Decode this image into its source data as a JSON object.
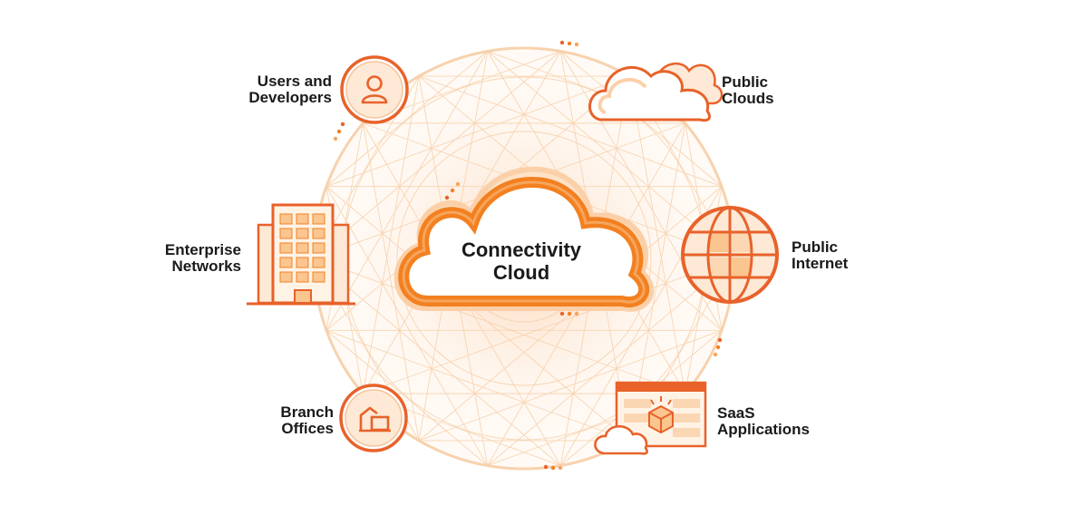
{
  "center": {
    "line1": "Connectivity",
    "line2": "Cloud"
  },
  "nodes": {
    "users": {
      "line1": "Users and",
      "line2": "Developers",
      "icon": "user-icon"
    },
    "clouds": {
      "line1": "Public",
      "line2": "Clouds",
      "icon": "clouds-icon"
    },
    "enterprise": {
      "line1": "Enterprise",
      "line2": "Networks",
      "icon": "building-icon"
    },
    "internet": {
      "line1": "Public",
      "line2": "Internet",
      "icon": "globe-icon"
    },
    "branch": {
      "line1": "Branch",
      "line2": "Offices",
      "icon": "branch-office-icon"
    },
    "saas": {
      "line1": "SaaS",
      "line2": "Applications",
      "icon": "saas-window-icon"
    }
  },
  "colors": {
    "orange": "#f38020",
    "deep_orange": "#e8622a",
    "peach": "#fbd6b3",
    "light": "#fde9d6",
    "text": "#1a1a1a"
  }
}
